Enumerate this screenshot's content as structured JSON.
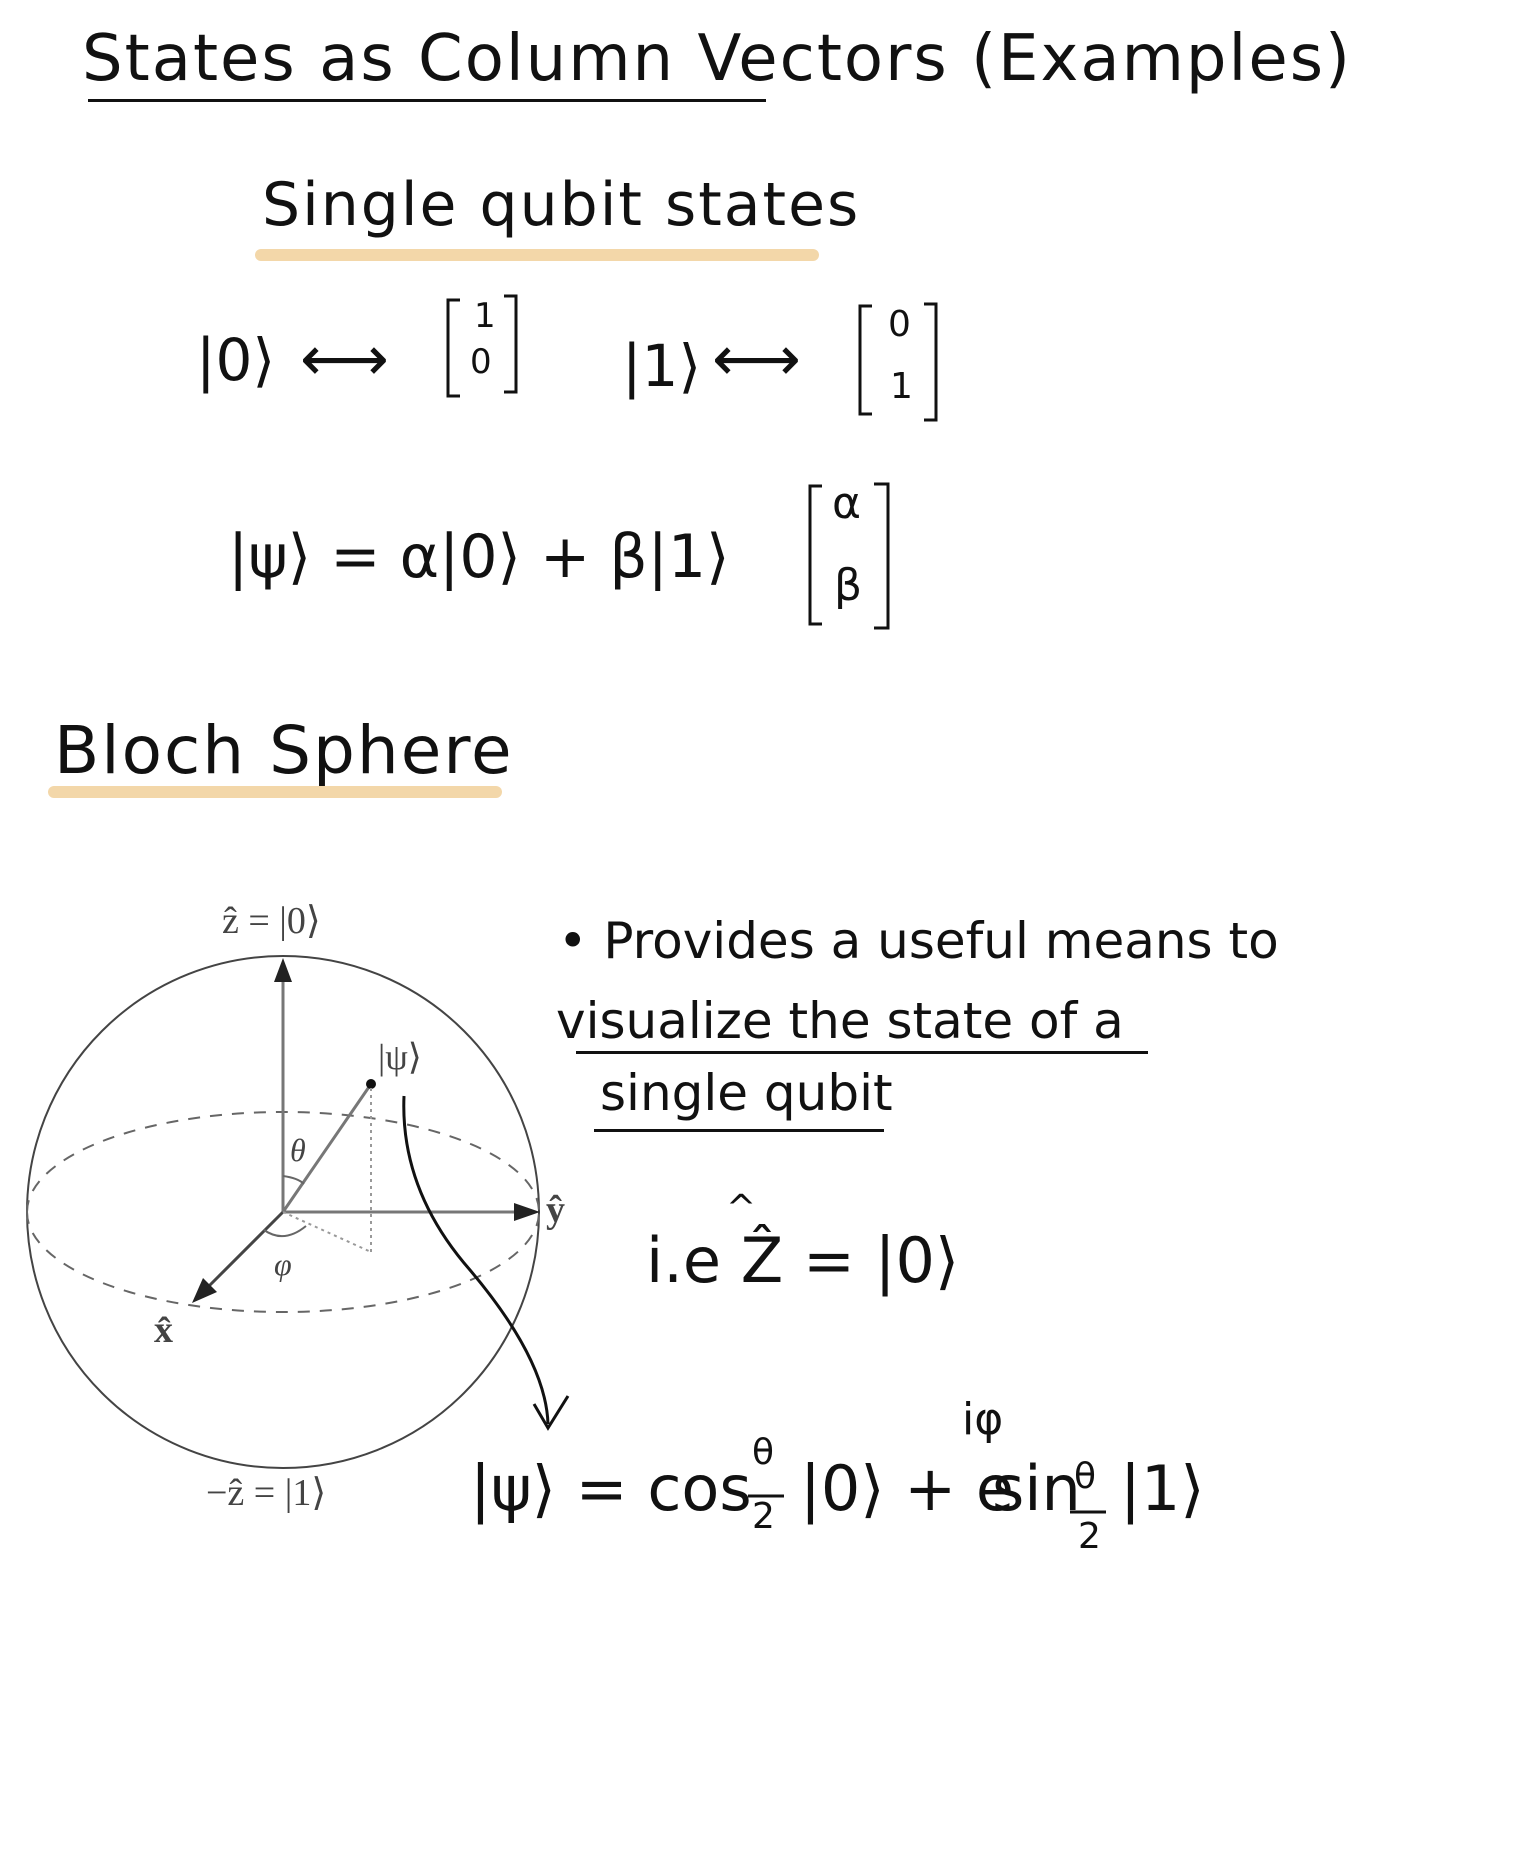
{
  "page": {
    "title": "States as Column Vectors (Examples)",
    "section1_heading": "Single qubit states",
    "section2_heading": "Bloch Sphere",
    "highlight_color": "#f3d7a9"
  },
  "single_qubit": {
    "ket0": "|0⟩",
    "ket1": "|1⟩",
    "vec0_top": "1",
    "vec0_bottom": "0",
    "vec1_top": "0",
    "vec1_bottom": "1",
    "psi_expr": "|ψ⟩ = α|0⟩ + β|1⟩",
    "psi_vec_top": "α",
    "psi_vec_bottom": "β",
    "arrow": "⟷"
  },
  "bloch": {
    "z_top_label": "ẑ = |0⟩",
    "z_bottom_label": "−ẑ = |1⟩",
    "x_label": "x̂",
    "y_label": "ŷ",
    "psi_label": "|ψ⟩",
    "theta_label": "θ",
    "phi_label": "φ"
  },
  "notes": {
    "line1": "• Provides a useful means to",
    "line2": "visualize the state of a",
    "line3": "single qubit",
    "example": "i.e  Ẑ = |0⟩",
    "hat": "^",
    "psi_formula_left": "|ψ⟩ = cos",
    "theta_num1": "θ",
    "den1": "2",
    "ket0_term": "|0⟩ + e",
    "exponent": "iφ",
    "sin_term": "sin",
    "theta_num2": "θ",
    "den2": "2",
    "ket1_term": "|1⟩"
  }
}
